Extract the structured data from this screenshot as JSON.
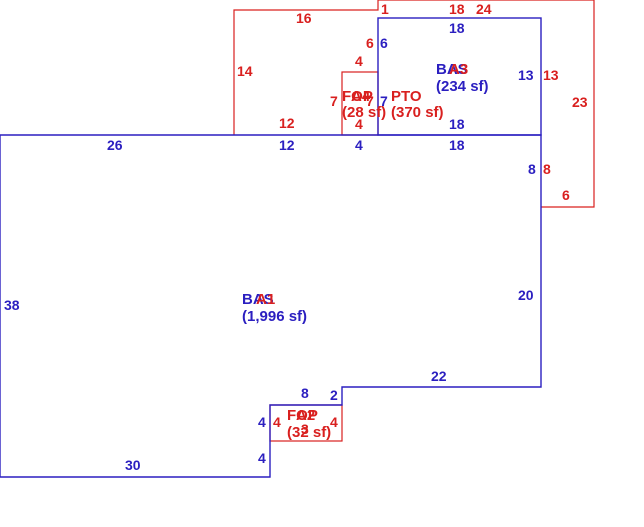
{
  "colors": {
    "blue": "#2b1fc0",
    "red": "#d9201f"
  },
  "areas": {
    "bas": {
      "code": "BAS",
      "size": "(1,996 sf)"
    },
    "bas_overlay": {
      "code": "A1"
    },
    "bas_upper": {
      "code": "BAS",
      "size": "(234 sf)"
    },
    "bas_upper_overlay": {
      "code": "A3"
    },
    "fop_upper": {
      "code": "FOP",
      "size": "(28 sf)"
    },
    "fop_upper_overlay": {
      "code": "A4"
    },
    "pto": {
      "code": "PTO",
      "size": "(370 sf)"
    },
    "fop_lower": {
      "code": "FOP",
      "size": "(32 sf)"
    },
    "fop_lower_overlay": {
      "code": "A2"
    }
  },
  "dimensions": {
    "d_16": "16",
    "d_1": "1",
    "d_18_top_red": "18",
    "d_24": "24",
    "d_18_top_blue": "18",
    "d_14": "14",
    "d_6_red": "6",
    "d_6_blue": "6",
    "d_4_fop_top": "4",
    "d_13_blue": "13",
    "d_13_red": "13",
    "d_23": "23",
    "d_7_fop_left": "7",
    "d_7_fop_right": "7",
    "d_7_blue": "7",
    "d_4_fop_bottom": "4",
    "d_12_red": "12",
    "d_18_bas_bottom": "18",
    "d_26": "26",
    "d_12_blue": "12",
    "d_4_blue": "4",
    "d_18_blue_main": "18",
    "d_8_blue": "8",
    "d_8_red": "8",
    "d_6_red_bottom": "6",
    "d_38": "38",
    "d_20": "20",
    "d_22": "22",
    "d_8_lower": "8",
    "d_2": "2",
    "d_4_lower_left_red": "4",
    "d_4_lower_right_red": "4",
    "d_4_lower_left_blue": "4",
    "d_3_lower": "3",
    "d_4_bottom_blue": "4",
    "d_30": "30"
  }
}
